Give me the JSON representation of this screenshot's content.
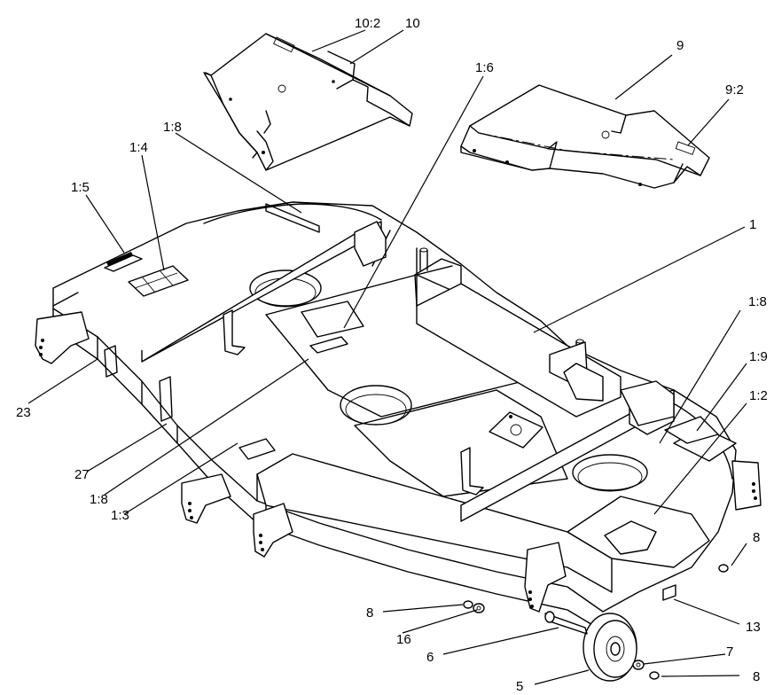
{
  "callouts": {
    "c_10_2": "10:2",
    "c_10": "10",
    "c_1_6": "1:6",
    "c_9": "9",
    "c_9_2": "9:2",
    "c_1_8_top": "1:8",
    "c_1_4": "1:4",
    "c_1_5": "1:5",
    "c_1": "1",
    "c_1_8_right": "1:8",
    "c_1_9": "1:9",
    "c_1_2": "1:2",
    "c_23": "23",
    "c_27": "27",
    "c_1_8_bottom": "1:8",
    "c_1_3": "1:3",
    "c_8_right": "8",
    "c_8_left": "8",
    "c_16": "16",
    "c_13": "13",
    "c_7": "7",
    "c_6": "6",
    "c_5": "5",
    "c_8_bottom": "8"
  }
}
